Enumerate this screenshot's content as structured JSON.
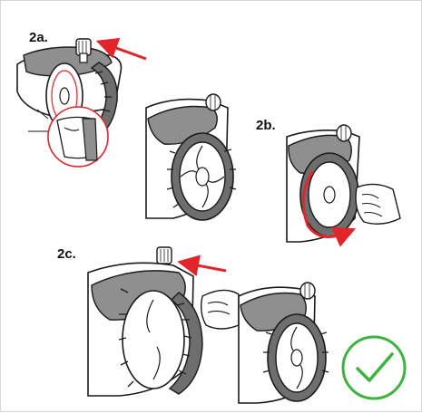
{
  "steps": [
    {
      "id": "2a",
      "label": "2a."
    },
    {
      "id": "2b",
      "label": "2b."
    },
    {
      "id": "2c",
      "label": "2c."
    }
  ],
  "colors": {
    "line": "#1a1a1a",
    "cover": "#8f8f8f",
    "cover_dark": "#6e6e6e",
    "arrow_red": "#e2242b",
    "check_green": "#3cb43c"
  },
  "icons": [
    "red-direction-arrow",
    "red-rotation-arrow",
    "magnifier-detail-circle",
    "green-check-icon"
  ]
}
